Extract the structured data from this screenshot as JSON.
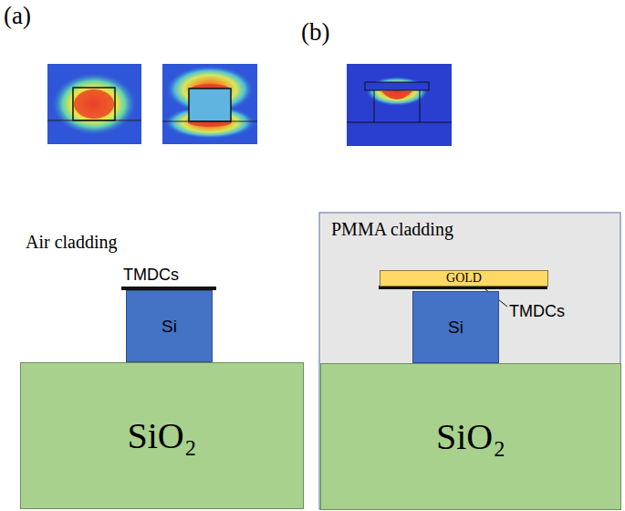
{
  "diagram": {
    "nodes": [
      {
        "text": [
          "Si"
        ]
      },
      {
        "text": [
          "SiO₂"
        ]
      },
      {
        "text": [
          "PMMA cladding"
        ]
      },
      {
        "text": [
          "GOLD"
        ],
        "in": 2
      },
      {
        "text": [
          "Si"
        ],
        "in": 2
      },
      {
        "text": [
          "SiO₂"
        ],
        "in": 2
      }
    ],
    "labels": [
      "(a)",
      "(b)",
      "Air cladding",
      "TMDCs",
      "TMDCs"
    ]
  }
}
